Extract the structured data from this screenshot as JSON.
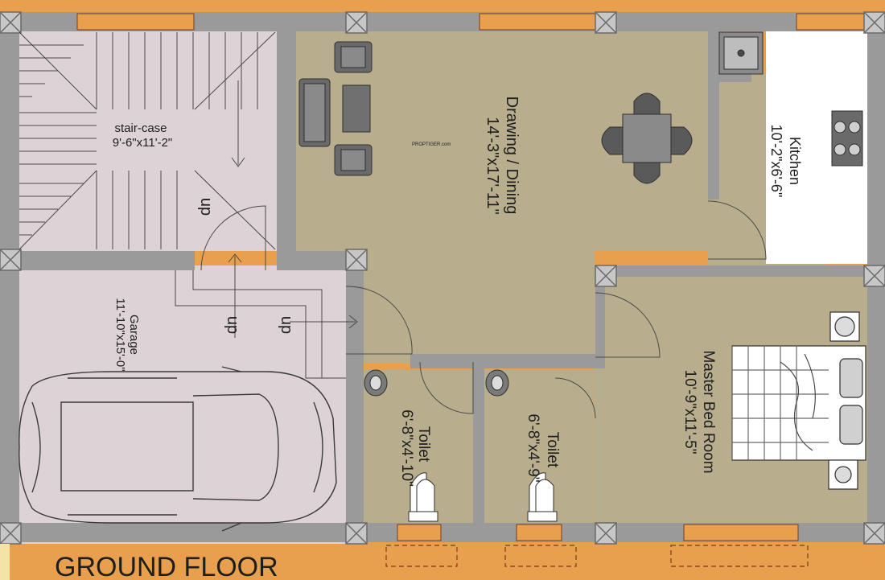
{
  "plan_title": "GROUND FLOOR",
  "watermark": "PROPTIGER.com",
  "colors": {
    "frame": "#e8a04e",
    "wall": "#9a9a9a",
    "living_floor": "#b8ae8e",
    "garage_floor": "#dcd4d6",
    "window": "#e8a04e"
  },
  "rooms": {
    "staircase": {
      "name": "stair-case",
      "size": "9'-6\"x11'-2\"",
      "arrow": "up"
    },
    "garage": {
      "name": "Garage",
      "size": "11'-10\"x15'-0\"",
      "arrow": "up"
    },
    "drawing": {
      "name": "Drawing / Dining",
      "size": "14'-3\"x17'-11\""
    },
    "kitchen": {
      "name": "Kitchen",
      "size": "10'-2\"x6'-6\""
    },
    "toilet1": {
      "name": "Toilet",
      "size": "6'-8\"x4'-10\""
    },
    "toilet2": {
      "name": "Toilet",
      "size": "6'-8\"x4'-9\""
    },
    "master": {
      "name": "Master Bed Room",
      "size": "10'-9\"x11'-5\""
    }
  },
  "up_labels": {
    "stair": "up",
    "garage_left": "up",
    "garage_right": "up"
  },
  "icons": [
    "sofa-icon",
    "armchair-icon",
    "dining-table-icon",
    "sink-icon",
    "stove-icon",
    "wash-basin-icon",
    "toilet-icon",
    "bed-icon",
    "car-icon",
    "door-swing-icon",
    "column-icon"
  ]
}
